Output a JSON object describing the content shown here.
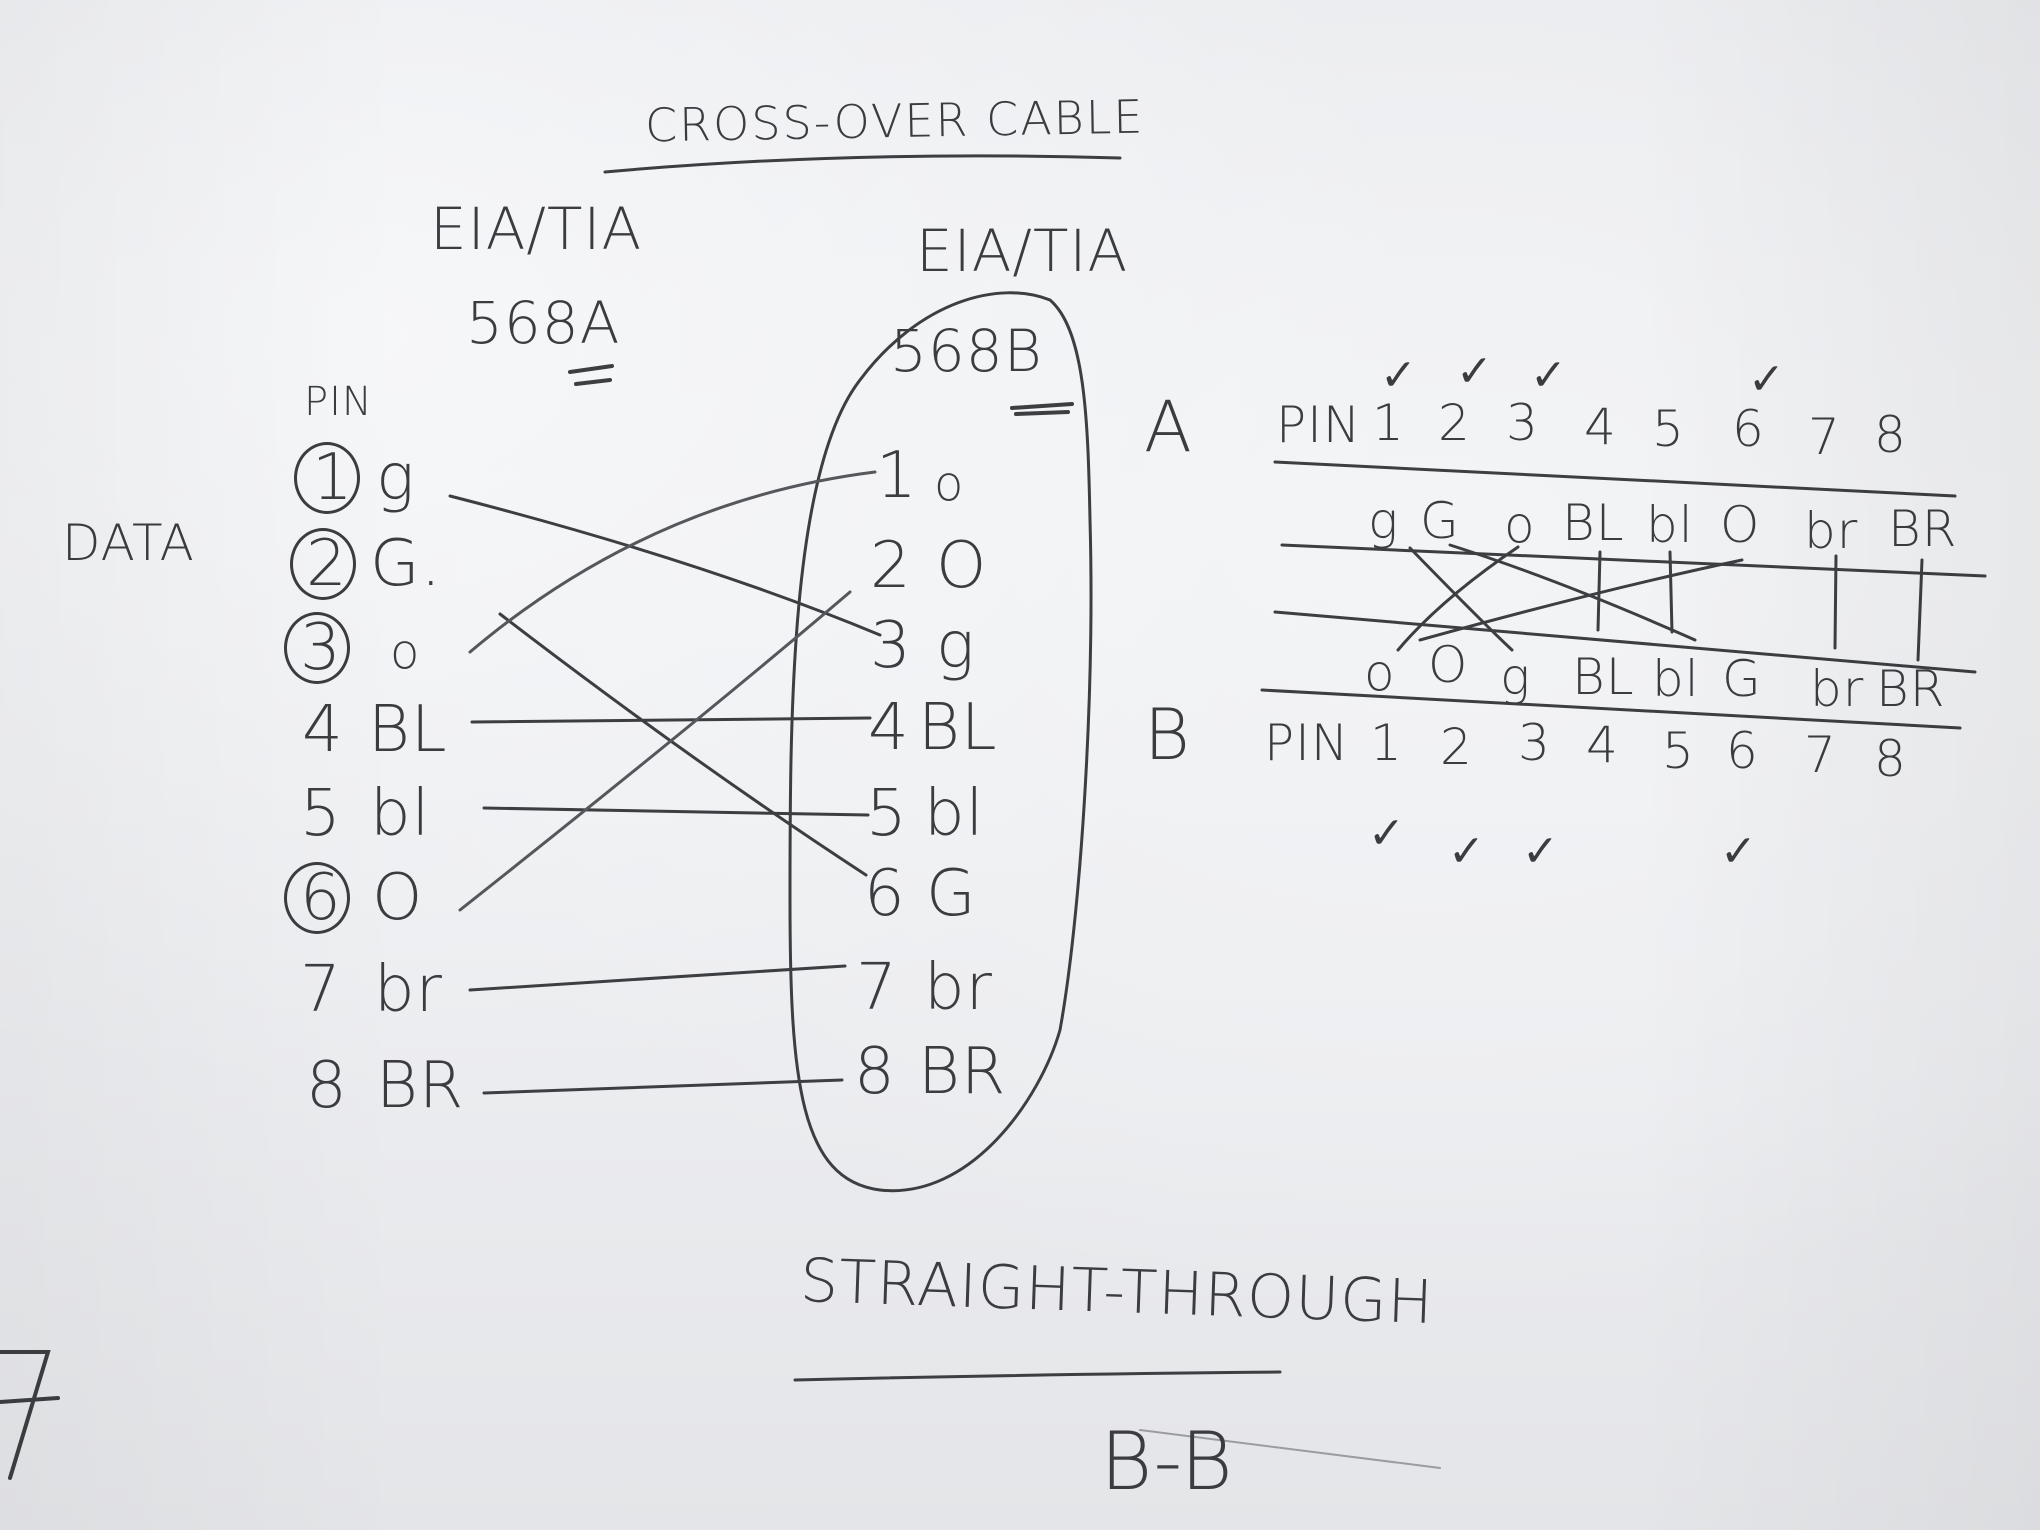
{
  "title": "CROSS-OVER CABLE",
  "left_standard": {
    "name": "EIA/TIA",
    "code": "568A"
  },
  "right_standard": {
    "name": "EIA/TIA",
    "code": "568B"
  },
  "pin_header": "PIN",
  "data_label": "DATA",
  "left_pins": [
    {
      "num": "1",
      "color": "g"
    },
    {
      "num": "2",
      "color": "G."
    },
    {
      "num": "3",
      "color": "o"
    },
    {
      "num": "4",
      "color": "BL"
    },
    {
      "num": "5",
      "color": "bl"
    },
    {
      "num": "6",
      "color": "O"
    },
    {
      "num": "7",
      "color": "br"
    },
    {
      "num": "8",
      "color": "BR"
    }
  ],
  "right_pins": [
    {
      "num": "1",
      "color": "o"
    },
    {
      "num": "2",
      "color": "O"
    },
    {
      "num": "3",
      "color": "g"
    },
    {
      "num": "4",
      "color": "BL"
    },
    {
      "num": "5",
      "color": "bl"
    },
    {
      "num": "6",
      "color": "G"
    },
    {
      "num": "7",
      "color": "br"
    },
    {
      "num": "8",
      "color": "BR"
    }
  ],
  "table": {
    "label_a": "A",
    "label_b": "B",
    "pin_label": "PIN",
    "numbers": [
      "1",
      "2",
      "3",
      "4",
      "5",
      "6",
      "7",
      "8"
    ],
    "row_a_colors": [
      "g",
      "G",
      "o",
      "BL",
      "bl",
      "O",
      "br",
      "BR"
    ],
    "row_b_colors": [
      "o",
      "O",
      "g",
      "BL",
      "bl",
      "G",
      "br",
      "BR"
    ],
    "check_mark": "✓"
  },
  "straight_through": "STRAIGHT-THROUGH",
  "straight_pair": "B-B",
  "margin_mark": "7",
  "ink_color": "#3a3c40"
}
